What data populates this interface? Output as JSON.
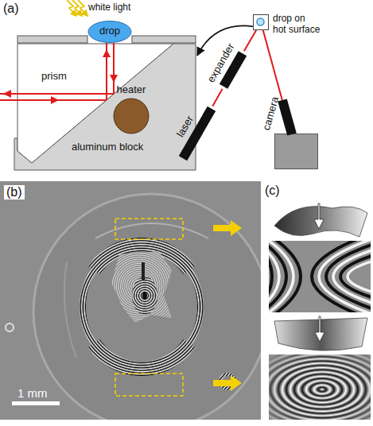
{
  "diagram": {
    "nodes": [
      {
        "text": [
          "drop"
        ]
      },
      {
        "text": [
          "aluminum block"
        ]
      },
      {
        "text": [
          "prism"
        ],
        "in": 1
      },
      {
        "text": [
          "heater"
        ],
        "in": 1
      },
      {
        "text": [
          "drop on hot surface"
        ]
      },
      {
        "text": [
          "expander"
        ]
      },
      {
        "text": [
          "laser"
        ]
      },
      {
        "text": [
          "camera"
        ]
      }
    ],
    "edges": [
      {
        "from": 4,
        "to": 1,
        "arrow": "to"
      },
      {
        "from": 6,
        "to": 5,
        "arrow": "none"
      },
      {
        "from": 5,
        "to": 4,
        "arrow": "none"
      },
      {
        "from": 4,
        "to": 7,
        "arrow": "none"
      }
    ],
    "labels": [
      "(a)",
      "white light",
      "(b)",
      "1 mm",
      "(c)"
    ]
  }
}
